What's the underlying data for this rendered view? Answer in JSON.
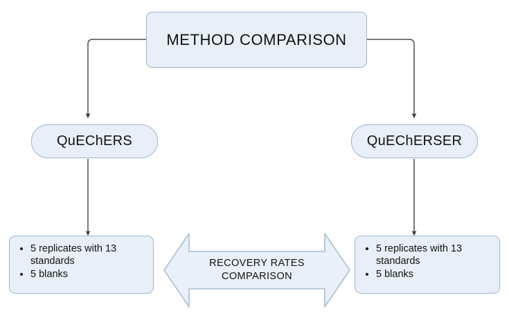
{
  "diagram": {
    "title_node": {
      "label": "METHOD COMPARISON"
    },
    "branches": [
      {
        "label": "QuEChERS"
      },
      {
        "label": "QuEChERSER"
      }
    ],
    "details": {
      "left": {
        "bullets": [
          "5 replicates with 13 standards",
          "5 blanks"
        ]
      },
      "right": {
        "bullets": [
          "5 replicates with 13 standards",
          "5 blanks"
        ]
      }
    },
    "comparison_arrow": {
      "label": "RECOVERY RATES\nCOMPARISON"
    },
    "colors": {
      "node_fill": "#e8eff8",
      "node_border": "#9fb4cc",
      "arrow_fill": "#e9f0f9",
      "arrow_border": "#a8bdd4",
      "connector": "#4a4a4a",
      "text": "#111111",
      "background": "#ffffff"
    }
  }
}
